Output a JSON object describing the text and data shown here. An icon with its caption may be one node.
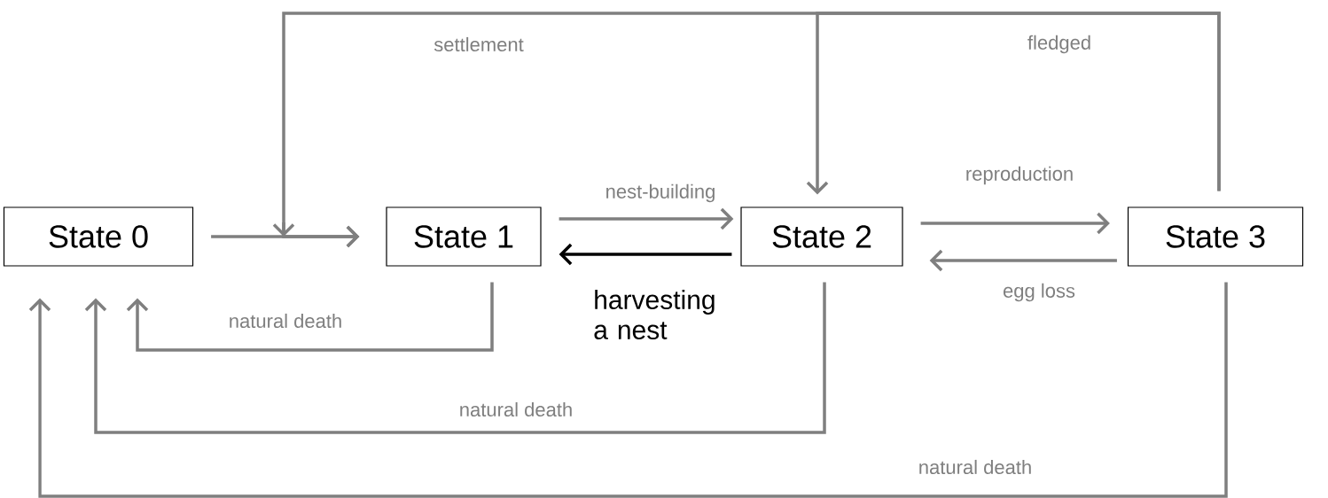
{
  "diagram": {
    "nodes": [
      {
        "text": [
          "State 0"
        ]
      },
      {
        "text": [
          "State 1"
        ]
      },
      {
        "text": [
          "State 2"
        ]
      },
      {
        "text": [
          "State 3"
        ]
      }
    ],
    "edges": [
      {
        "from": 0,
        "to": 1,
        "arrow": "to"
      },
      {
        "from": 3,
        "to": 1,
        "arrow": "to",
        "label": "settlement"
      },
      {
        "from": 3,
        "to": 2,
        "arrow": "to",
        "label": "fledged"
      },
      {
        "from": 1,
        "to": 2,
        "arrow": "to",
        "label": "nest-building"
      },
      {
        "from": 2,
        "to": 1,
        "arrow": "to",
        "label": "harvesting a nest",
        "color": "#000000"
      },
      {
        "from": 2,
        "to": 3,
        "arrow": "to",
        "label": "reproduction"
      },
      {
        "from": 3,
        "to": 2,
        "arrow": "to",
        "label": "egg loss"
      },
      {
        "from": 1,
        "to": 0,
        "arrow": "to",
        "label": "natural death"
      },
      {
        "from": 2,
        "to": 0,
        "arrow": "to",
        "label": "natural death"
      },
      {
        "from": 3,
        "to": 0,
        "arrow": "to",
        "label": "natural death"
      }
    ]
  }
}
